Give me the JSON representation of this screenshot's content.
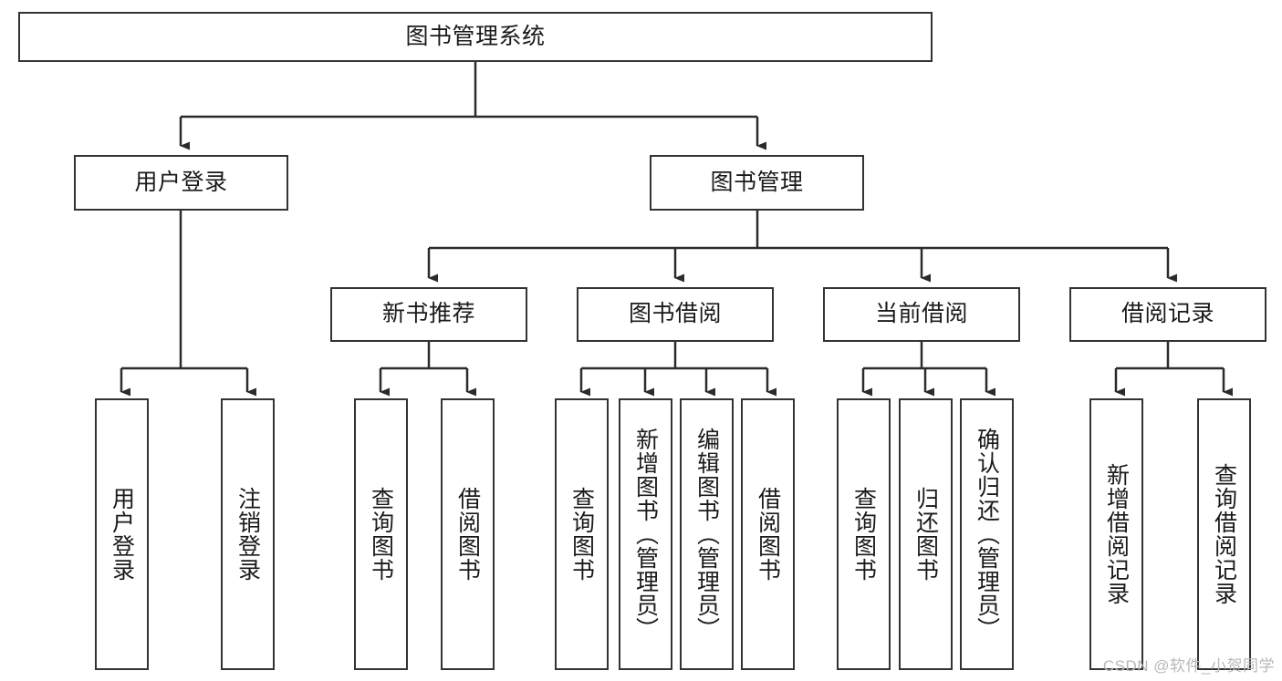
{
  "diagram": {
    "title": "图书管理系统",
    "type": "hierarchy-tree",
    "root": {
      "label": "图书管理系统"
    },
    "level2": [
      {
        "label": "用户登录"
      },
      {
        "label": "图书管理"
      }
    ],
    "level3": [
      {
        "label": "新书推荐"
      },
      {
        "label": "图书借阅"
      },
      {
        "label": "当前借阅"
      },
      {
        "label": "借阅记录"
      }
    ],
    "leaves": {
      "user_login": [
        {
          "label": "用户登录"
        },
        {
          "label": "注销登录"
        }
      ],
      "new_book_recommend": [
        {
          "label": "查询图书"
        },
        {
          "label": "借阅图书"
        }
      ],
      "book_borrow": [
        {
          "label": "查询图书"
        },
        {
          "label": "新增图书（管理员）"
        },
        {
          "label": "编辑图书（管理员）"
        },
        {
          "label": "借阅图书"
        }
      ],
      "current_borrow": [
        {
          "label": "查询图书"
        },
        {
          "label": "归还图书"
        },
        {
          "label": "确认归还（管理员）"
        }
      ],
      "borrow_record": [
        {
          "label": "新增借阅记录"
        },
        {
          "label": "查询借阅记录"
        }
      ]
    }
  },
  "watermark": {
    "text": "CSDN @软件_小贺同学"
  },
  "colors": {
    "border": "#333333",
    "text": "#1a1a1a",
    "background": "#ffffff",
    "watermark": "#b8b8b8"
  }
}
